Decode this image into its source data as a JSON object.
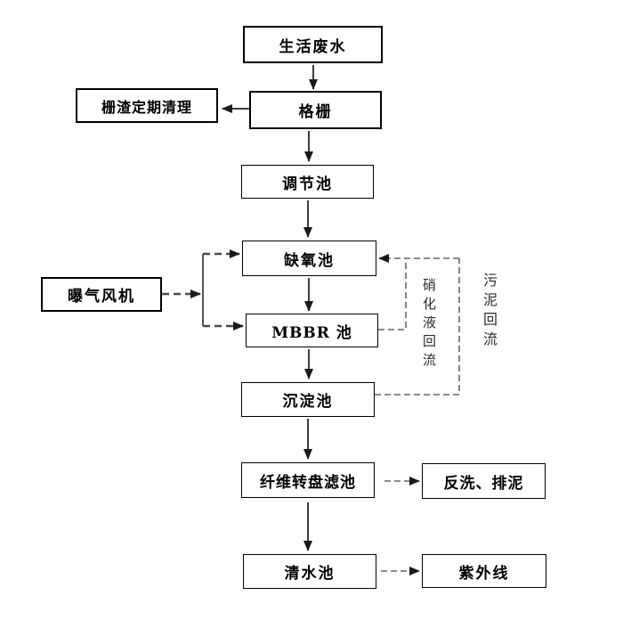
{
  "diagram": {
    "type": "process-flowchart",
    "nodes": {
      "domestic_wastewater": "生活废水",
      "screen_residue_cleaning": "栅渣定期清理",
      "bar_screen": "格栅",
      "regulating_tank": "调节池",
      "anoxic_tank": "缺氧池",
      "aeration_blower": "曝气风机",
      "mbbr_tank": "MBBR 池",
      "sedimentation_tank": "沉淀池",
      "fiber_disc_filter": "纤维转盘滤池",
      "backwash_sludge_discharge": "反洗、排泥",
      "clear_water_tank": "清水池",
      "uv_disinfection": "紫外线"
    },
    "flow_labels": {
      "nitrified_liquor_return": "硝化液回流",
      "sludge_return": "污泥回流"
    },
    "colors": {
      "background": "#ffffff",
      "box_border": "#000000",
      "solid_line": "#3d3d3d",
      "dashed_air_line": "#4a4a4a",
      "dashed_recycle_line": "#666666",
      "arrowhead": "#1a1a1a",
      "text": "#000000"
    }
  }
}
